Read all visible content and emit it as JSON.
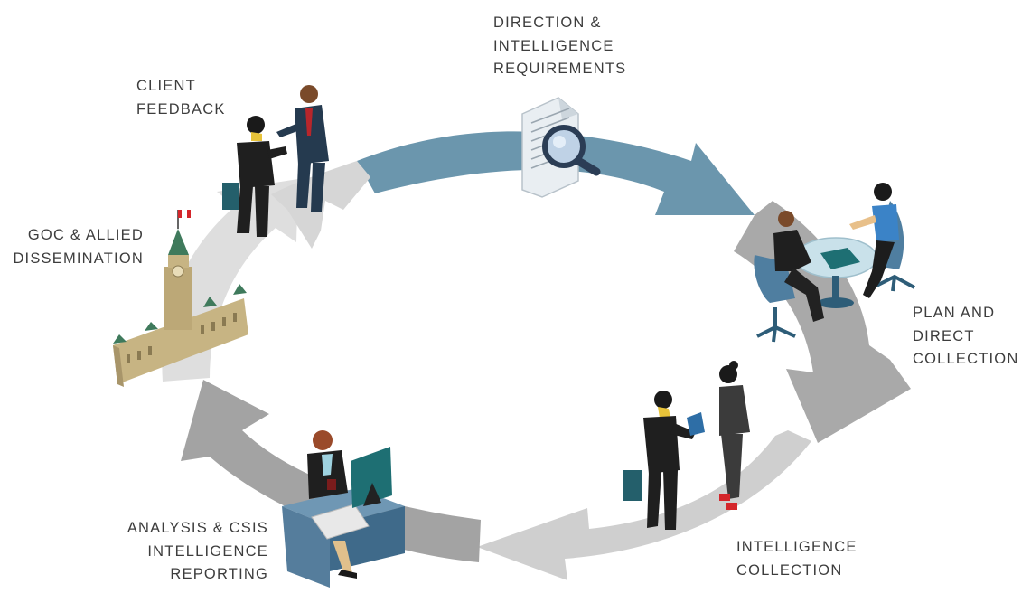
{
  "diagram": {
    "stages": [
      {
        "id": "direction",
        "lines": [
          "DIRECTION &",
          "INTELLIGENCE",
          "REQUIREMENTS"
        ]
      },
      {
        "id": "plan",
        "lines": [
          "PLAN AND",
          "DIRECT",
          "COLLECTION"
        ]
      },
      {
        "id": "collection",
        "lines": [
          "INTELLIGENCE",
          "COLLECTION"
        ]
      },
      {
        "id": "analysis",
        "lines": [
          "ANALYSIS & CSIS",
          "INTELLIGENCE",
          "REPORTING"
        ]
      },
      {
        "id": "dissemination",
        "lines": [
          "GOC & ALLIED",
          "DISSEMINATION"
        ]
      },
      {
        "id": "feedback",
        "lines": [
          "CLIENT",
          "FEEDBACK"
        ]
      }
    ],
    "colors": {
      "arrow_blue": "#6b96ad",
      "arrow_grey_dark": "#a9a9a9",
      "arrow_grey_mid": "#b9b9b9",
      "arrow_grey_light": "#cfcfcf",
      "arrow_grey_pale": "#dedede",
      "label_text": "#3d3d3d",
      "suit": "#1f1f1f",
      "desk_blue": "#557d9c",
      "monitor_teal": "#1e6f73",
      "parliament_stone": "#c7b483",
      "parliament_roof": "#3f7a5c",
      "flag_red": "#d4262b"
    },
    "icons": [
      "document-magnifier-icon",
      "meeting-table-icon",
      "handshake-exchange-icon",
      "analyst-desk-icon",
      "parliament-building-icon",
      "client-conversation-icon"
    ]
  }
}
